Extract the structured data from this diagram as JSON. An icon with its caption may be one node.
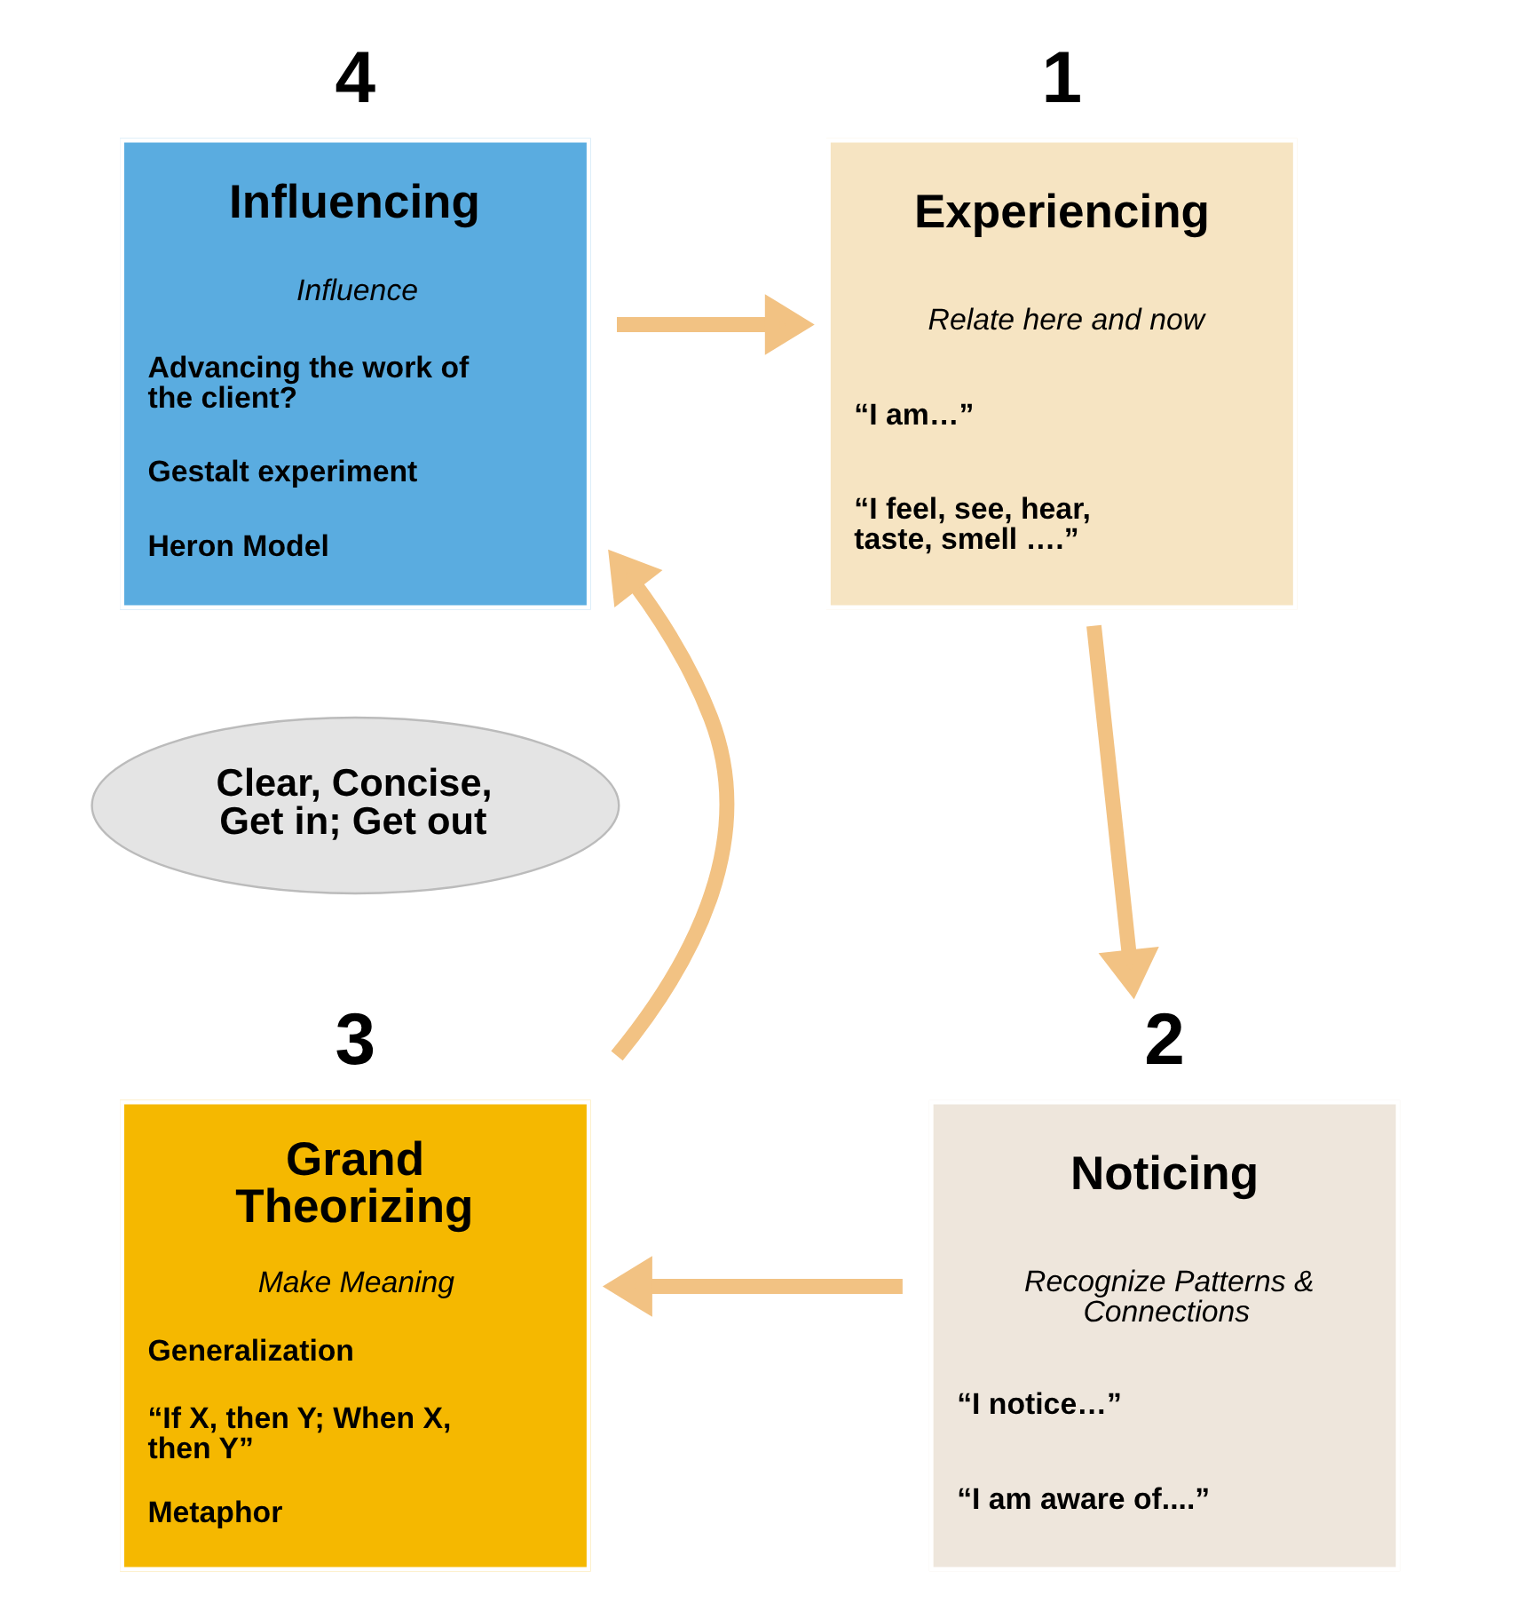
{
  "diagram": {
    "nodes": [
      {
        "text": [
          "Influencing",
          "Influence",
          "Advancing the work of the client?",
          "Gestalt experiment",
          "Heron Model"
        ],
        "beside": [
          "4"
        ]
      },
      {
        "text": [
          "Experiencing",
          "Relate here and now",
          "“I am…”",
          "“I feel, see, hear, taste, smell ….”"
        ],
        "beside": [
          "1"
        ]
      },
      {
        "text": [
          "Noticing",
          "Recognize Patterns & Connections",
          "“I notice…”",
          "“I am aware of....”"
        ],
        "beside": [
          "2"
        ]
      },
      {
        "text": [
          "Grand Theorizing",
          "Make Meaning",
          "Generalization",
          "“If X, then Y; When X, then Y”",
          "Metaphor"
        ],
        "beside": [
          "3"
        ]
      },
      {
        "text": [
          "Clear, Concise, Get in; Get out"
        ]
      }
    ],
    "edges": [
      {
        "from": 0,
        "to": 1,
        "arrow": "to"
      },
      {
        "from": 1,
        "to": 2,
        "arrow": "to"
      },
      {
        "from": 2,
        "to": 3,
        "arrow": "to"
      },
      {
        "from": 3,
        "to": 0,
        "arrow": "to"
      }
    ]
  }
}
